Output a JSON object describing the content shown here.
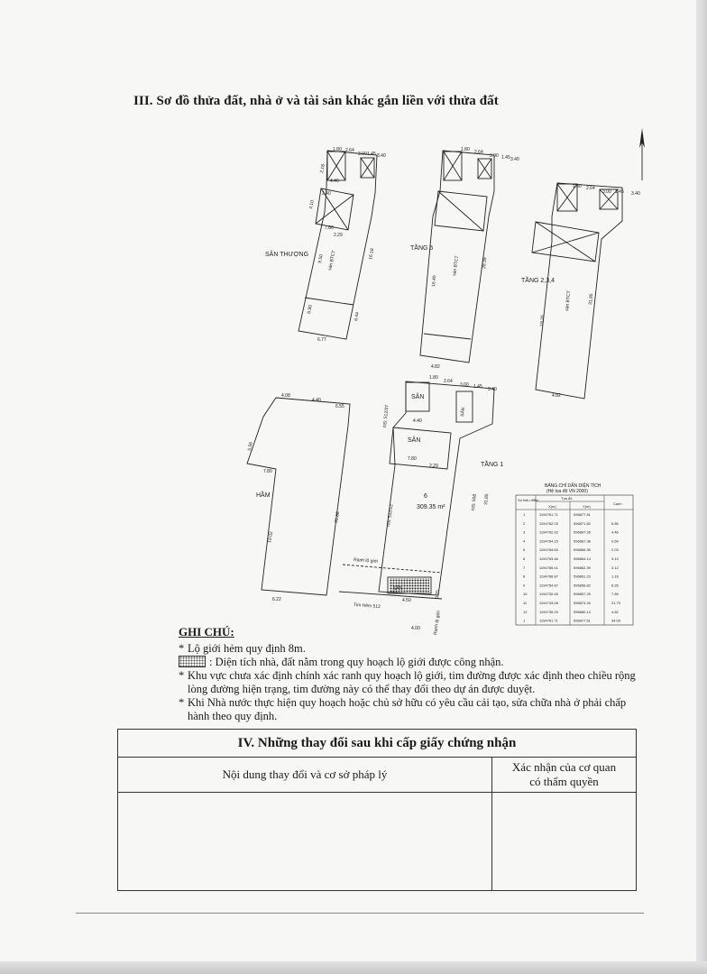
{
  "section_title": "III. Sơ đồ thửa đất, nhà ở và tài sản khác gắn liền với thửa đất",
  "floors": {
    "san_thuong": {
      "label": "SÂN THƯỢNG",
      "floor_note": "sàn BTCT"
    },
    "tang5": {
      "label": "TẦNG 5",
      "floor_note": "sàn BTCT"
    },
    "tang234": {
      "label": "TẦNG 2,3,4",
      "floor_note": "sàn BTCT"
    },
    "ham": {
      "label": "HẦM"
    },
    "tang1": {
      "label": "TẦNG 1",
      "san1": "SÂN",
      "san2": "SÂN",
      "san3": "SÂN",
      "plot_no": "6",
      "area": "309.35 m²",
      "neighbor_left": "NS: 512/12",
      "neighbor_top": "NS: 512/37",
      "neighbor_right": "NS: 508",
      "ranh_lo_gioi_1": "Ranh lộ giới",
      "ranh_lo_gioi_2": "Ranh lộ giới",
      "road": "Tim Hẻm 512"
    }
  },
  "dims": {
    "d180": "1.80",
    "d264": "2.64",
    "d300": "3.00",
    "d145": "1.45",
    "d340": "3.40",
    "d218": "2.18",
    "d841": "8.41",
    "d440": "4.40",
    "d240": "2.40",
    "d410": "4.10",
    "d780": "7.80",
    "d229": "2.29",
    "d1618": "16.18",
    "d950": "9.50",
    "d890": "8.90",
    "d644": "6.44",
    "d677": "6.77",
    "d1640": "16.40",
    "d2839": "28.39",
    "d482": "4.82",
    "d1920": "19.20",
    "d3185": "31.85",
    "d408": "4.08",
    "d655": "6.55",
    "d556": "5.56",
    "d1902": "19.02",
    "d622": "6.22",
    "d3188": "31.88",
    "d450": "4.50",
    "d325": "3.25",
    "d400": "4.00"
  },
  "coord_table": {
    "title": "BẢNG CHỈ DẪN DIỆN TÍCH",
    "subtitle": "(Hệ tọa độ VN 2000)",
    "headers": [
      "Số hiệu điểm",
      "X(m)",
      "Y(m)",
      "Cạnh"
    ],
    "group_header": "Tọa độ",
    "rows": [
      [
        "1",
        "1194761.71",
        "596877.51",
        ""
      ],
      [
        "2",
        "1194762.03",
        "596871.82",
        "6.85"
      ],
      [
        "3",
        "1194762.92",
        "596867.26",
        "4.46"
      ],
      [
        "4",
        "1194764.15",
        "596867.38",
        "0.69"
      ],
      [
        "5",
        "1194764.60",
        "596866.36",
        "2.03"
      ],
      [
        "6",
        "1194763.46",
        "596864.14",
        "3.12"
      ],
      [
        "7",
        "1194765.41",
        "596862.39",
        "3.12"
      ],
      [
        "8",
        "1194766.87",
        "596861.23",
        "1.18"
      ],
      [
        "9",
        "1194754.87",
        "596858.82",
        "6.26"
      ],
      [
        "10",
        "1194732.45",
        "596857.25",
        "7.89"
      ],
      [
        "11",
        "1194733.08",
        "596874.26",
        "21.79"
      ],
      [
        "12",
        "1194735.29",
        "596880.14",
        "4.82"
      ],
      [
        "1",
        "1194761.71",
        "596877.51",
        "34.09"
      ]
    ]
  },
  "notes": {
    "head": "GHI CHÚ:",
    "items": [
      "Lộ giới hẻm quy định 8m.",
      ": Diện tích nhà, đất nằm trong quy hoạch lộ giới được công nhận.",
      "Khu vực chưa xác định chính xác ranh quy hoạch lộ giới, tim đường được xác định theo chiều rộng lòng đường hiện trạng, tim đường này có thể thay đổi theo dự án được duyệt.",
      "Khi Nhà nước thực hiện quy hoạch hoặc chủ sở hữu có yêu cầu cải tạo, sửa chữa nhà ở phải chấp hành theo quy định."
    ]
  },
  "changes": {
    "title": "IV. Những thay đổi sau khi cấp giấy chứng nhận",
    "col1": "Nội dung thay đổi và cơ sở pháp lý",
    "col2_line1": "Xác nhận của cơ quan",
    "col2_line2": "có thẩm quyền"
  }
}
